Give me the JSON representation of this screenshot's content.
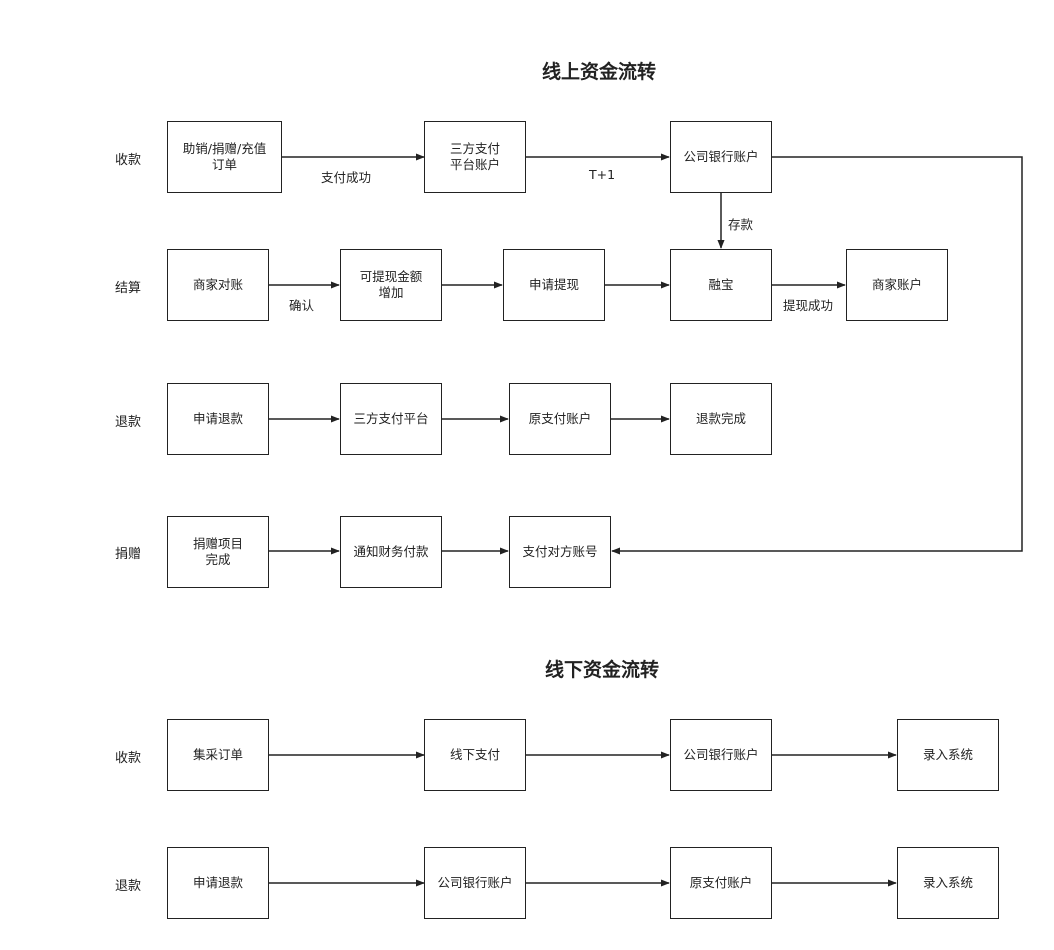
{
  "titles": {
    "online": "线上资金流转",
    "offline": "线下资金流转"
  },
  "row_labels": {
    "online_collect": "收款",
    "settle": "结算",
    "online_refund": "退款",
    "donate": "捐赠",
    "offline_collect": "收款",
    "offline_refund": "退款"
  },
  "nodes": {
    "order": "助销/捐赠/充值\n订单",
    "third_party_account": "三方支付\n平台账户",
    "company_bank_1": "公司银行账户",
    "merchant_reconcile": "商家对账",
    "withdrawable_increase": "可提现金额\n增加",
    "apply_withdraw": "申请提现",
    "rongbao": "融宝",
    "merchant_account": "商家账户",
    "apply_refund_1": "申请退款",
    "third_party_platform": "三方支付平台",
    "original_account_1": "原支付账户",
    "refund_done": "退款完成",
    "donation_done": "捐赠项目\n完成",
    "notify_finance": "通知财务付款",
    "pay_counterparty": "支付对方账号",
    "group_order": "集采订单",
    "offline_payment": "线下支付",
    "company_bank_2": "公司银行账户",
    "record_system_1": "录入系统",
    "apply_refund_2": "申请退款",
    "company_bank_3": "公司银行账户",
    "original_account_2": "原支付账户",
    "record_system_2": "录入系统"
  },
  "edge_labels": {
    "pay_success": "支付成功",
    "t_plus_1": "T+1",
    "deposit": "存款",
    "confirm": "确认",
    "withdraw_success": "提现成功"
  },
  "colors": {
    "stroke": "#222222",
    "background": "#ffffff"
  }
}
